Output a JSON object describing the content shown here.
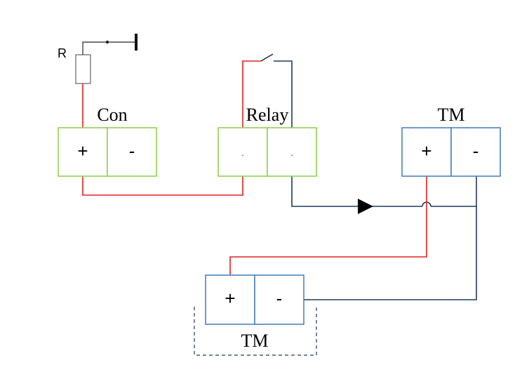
{
  "resistor": {
    "label": "R"
  },
  "blocks": {
    "con": {
      "title": "Con",
      "left": "+",
      "right": "-"
    },
    "relay": {
      "title": "Relay",
      "left": ".",
      "right": "."
    },
    "tm_top": {
      "title": "TM",
      "left": "+",
      "right": "-"
    },
    "tm_bottom": {
      "title": "TM",
      "left": "+",
      "right": "-"
    }
  },
  "colors": {
    "green_box": "#92d050",
    "blue_box": "#4f81bd",
    "red_wire": "#e02020",
    "navy_wire": "#1f3a5f",
    "dashed_box": "#1f3a5f"
  },
  "icons": {
    "resistor": "resistor-icon",
    "ground": "ground-icon",
    "switch": "relay-switch-icon",
    "diode": "diode-arrow-icon",
    "crossover": "wire-crossover-icon"
  }
}
